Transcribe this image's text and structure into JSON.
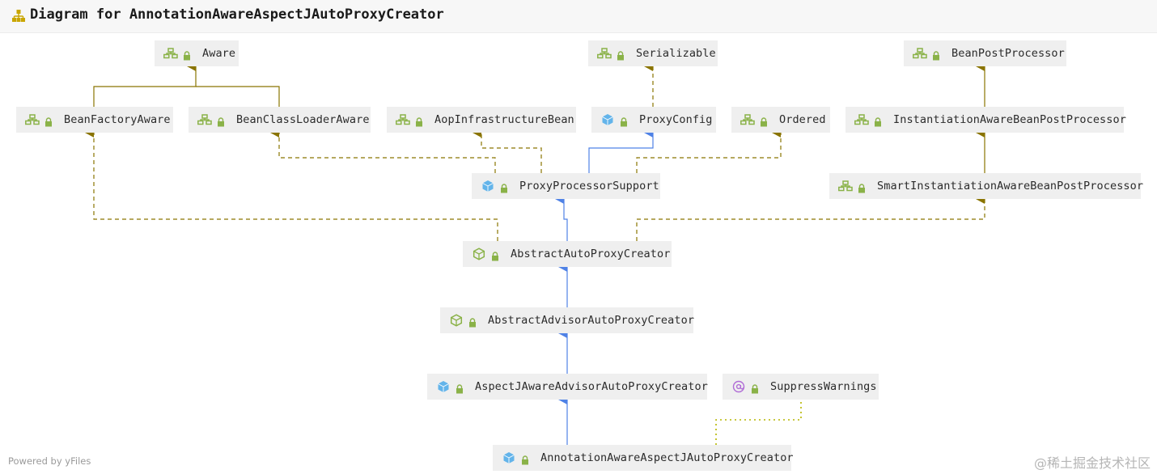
{
  "header": {
    "title": "Diagram for AnnotationAwareAspectJAutoProxyCreator",
    "icon": "hierarchy-icon"
  },
  "colors": {
    "interface_edge": "#8a7400",
    "class_edge": "#4f82e6",
    "annotation_edge": "#b5b500",
    "interface_icon": "#8ab248",
    "class_icon": "#63b4ea",
    "abstract_icon": "#8ab248",
    "annotation_icon": "#b06cd6",
    "lock": "#8ab248",
    "node_bg": "#efefef"
  },
  "nodes": {
    "aware": {
      "label": "Aware",
      "kind": "interface"
    },
    "serializable": {
      "label": "Serializable",
      "kind": "interface"
    },
    "beanPostProcessor": {
      "label": "BeanPostProcessor",
      "kind": "interface"
    },
    "beanFactoryAware": {
      "label": "BeanFactoryAware",
      "kind": "interface"
    },
    "beanClassLoaderAware": {
      "label": "BeanClassLoaderAware",
      "kind": "interface"
    },
    "aopInfrastructureBean": {
      "label": "AopInfrastructureBean",
      "kind": "interface"
    },
    "proxyConfig": {
      "label": "ProxyConfig",
      "kind": "class"
    },
    "ordered": {
      "label": "Ordered",
      "kind": "interface"
    },
    "instantiationAwareBeanPostProcessor": {
      "label": "InstantiationAwareBeanPostProcessor",
      "kind": "interface"
    },
    "proxyProcessorSupport": {
      "label": "ProxyProcessorSupport",
      "kind": "class"
    },
    "smartInstantiationAwareBeanPostProcessor": {
      "label": "SmartInstantiationAwareBeanPostProcessor",
      "kind": "interface"
    },
    "abstractAutoProxyCreator": {
      "label": "AbstractAutoProxyCreator",
      "kind": "abstract"
    },
    "abstractAdvisorAutoProxyCreator": {
      "label": "AbstractAdvisorAutoProxyCreator",
      "kind": "abstract"
    },
    "aspectJAwareAdvisorAutoProxyCreator": {
      "label": "AspectJAwareAdvisorAutoProxyCreator",
      "kind": "class"
    },
    "suppressWarnings": {
      "label": "SuppressWarnings",
      "kind": "annotation"
    },
    "annotationAwareAspectJAutoProxyCreator": {
      "label": "AnnotationAwareAspectJAutoProxyCreator",
      "kind": "class"
    }
  },
  "footer": {
    "powered_by": "Powered by yFiles"
  },
  "watermark": "@稀土掘金技术社区"
}
